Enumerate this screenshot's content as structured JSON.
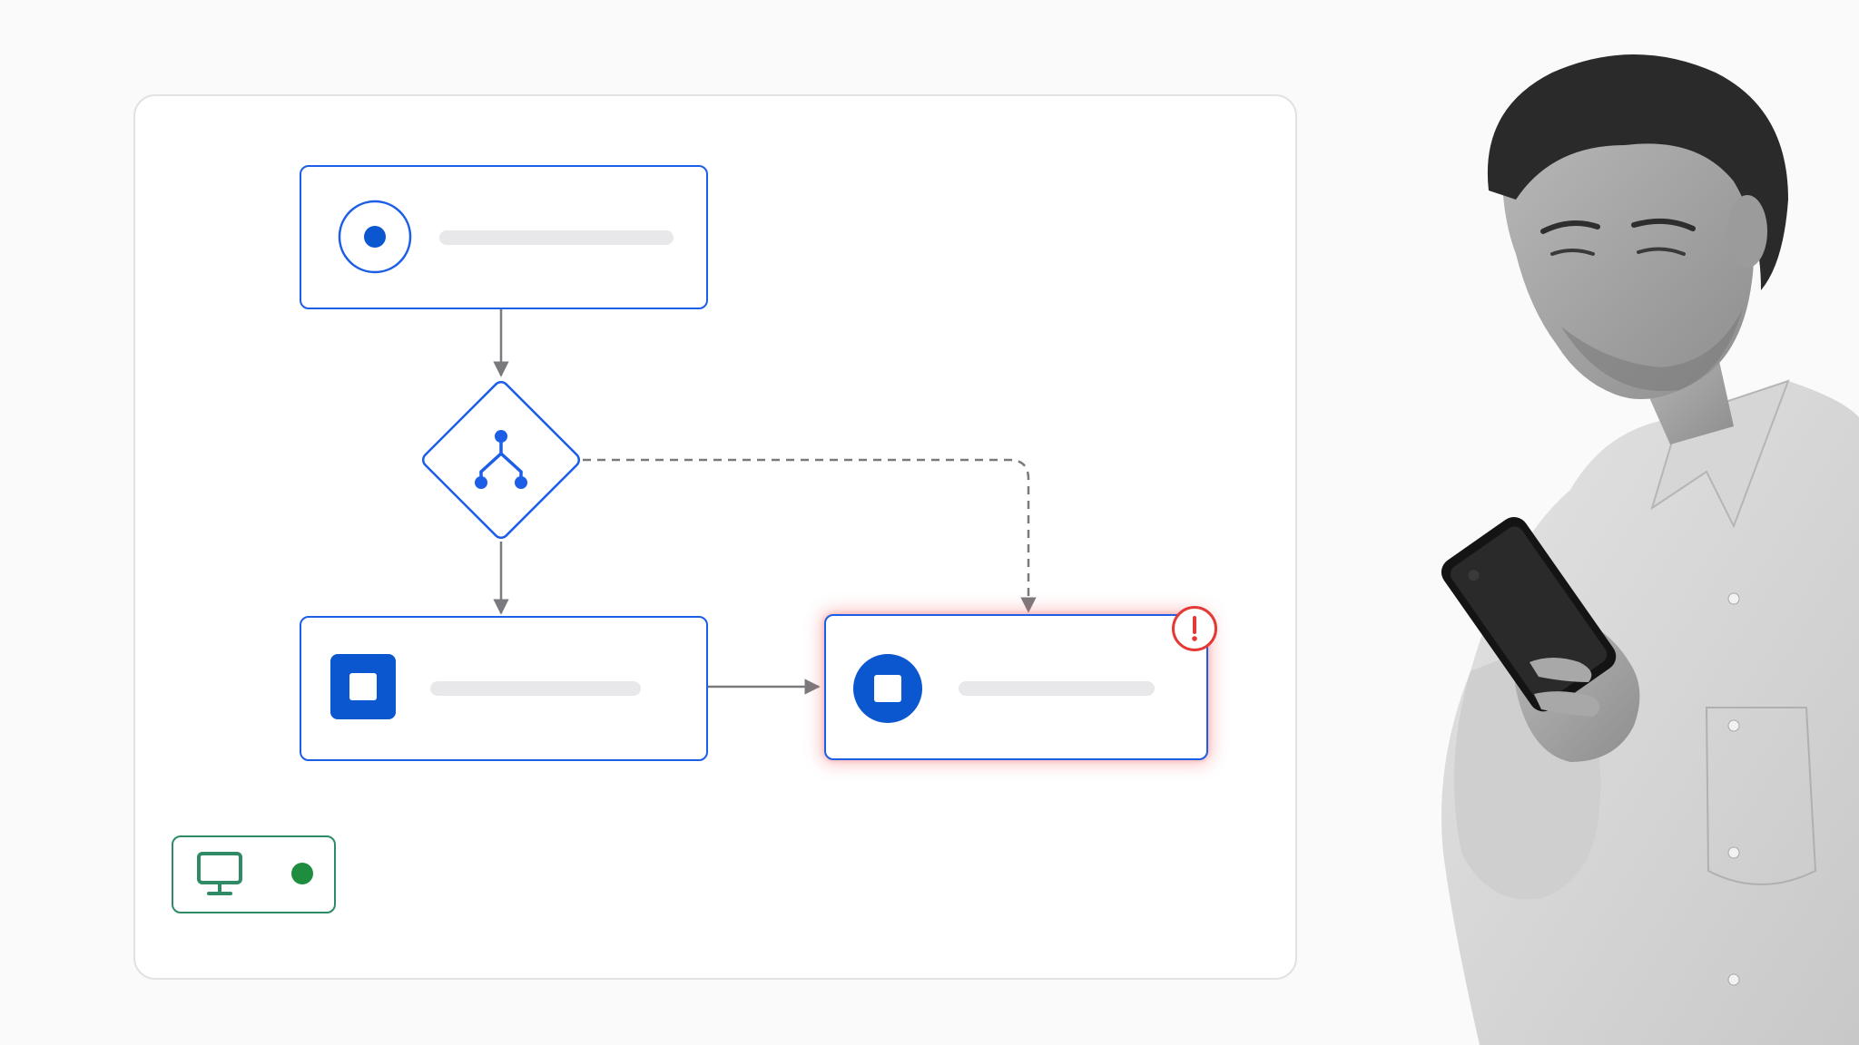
{
  "colors": {
    "accent": "#0b57d0",
    "node_border": "#1c5ee6",
    "connector": "#7a7a7e",
    "placeholder": "#e8e8ea",
    "error": "#e53935",
    "success_border": "#2e8b66",
    "success_dot": "#1e8e3e",
    "card_border": "#e2e2e4"
  },
  "nodes": [
    {
      "id": "start",
      "kind": "start",
      "icon": "radio-target-icon"
    },
    {
      "id": "branch",
      "kind": "decision",
      "icon": "branch-fork-icon"
    },
    {
      "id": "task",
      "kind": "task",
      "icon": "stop-square-icon"
    },
    {
      "id": "failed",
      "kind": "task",
      "icon": "stop-circle-icon",
      "status": "error",
      "badge_icon": "exclamation-icon"
    }
  ],
  "edges": [
    {
      "from": "start",
      "to": "branch",
      "style": "solid"
    },
    {
      "from": "branch",
      "to": "task",
      "style": "solid"
    },
    {
      "from": "branch",
      "to": "failed",
      "style": "dashed"
    },
    {
      "from": "task",
      "to": "failed",
      "style": "solid"
    }
  ],
  "status_chip": {
    "icon": "monitor-icon",
    "indicator": "online",
    "indicator_color": "#1e8e3e"
  },
  "error_badge": {
    "glyph": "!"
  },
  "photo": {
    "subject": "person-looking-at-phone",
    "style": "grayscale"
  }
}
